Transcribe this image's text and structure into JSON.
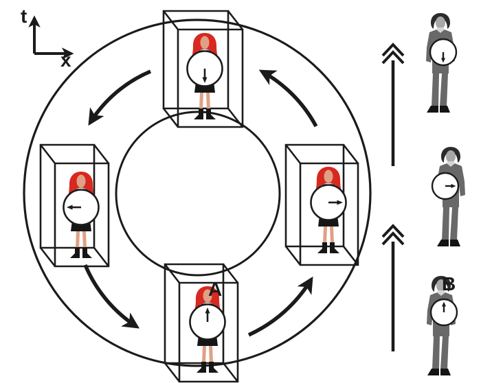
{
  "axis": {
    "vertical_label": "t",
    "horizontal_label": "x"
  },
  "observers": {
    "traveler_label": "A",
    "inertial_label": "B"
  },
  "motion": {
    "ring_direction": "counterclockwise",
    "inertial_direction": "up"
  },
  "clocks": {
    "ring_bottom": {
      "position": "ring-bottom (A start)",
      "reading": "12:00",
      "hours": 12
    },
    "ring_right": {
      "position": "ring-right",
      "reading": "3:00",
      "hours": 3
    },
    "ring_top": {
      "position": "ring-top",
      "reading": "6:00",
      "hours": 6
    },
    "ring_left": {
      "position": "ring-left",
      "reading": "9:00",
      "hours": 9
    },
    "inertial_bottom": {
      "position": "inertial-bottom (B start)",
      "reading": "12:00",
      "hours": 12
    },
    "inertial_middle": {
      "position": "inertial-middle",
      "reading": "3:00",
      "hours": 3
    },
    "inertial_top": {
      "position": "inertial-top",
      "reading": "6:00",
      "hours": 6
    }
  },
  "colors": {
    "line": "#1b1b1b",
    "hair_red": "#d8281f",
    "skin": "#dfa185",
    "outfit_black": "#161616",
    "suit_gray": "#696969",
    "face_gray": "#a8a8a8",
    "dark_hair": "#2b2b2b",
    "clock_face": "#ffffff"
  }
}
